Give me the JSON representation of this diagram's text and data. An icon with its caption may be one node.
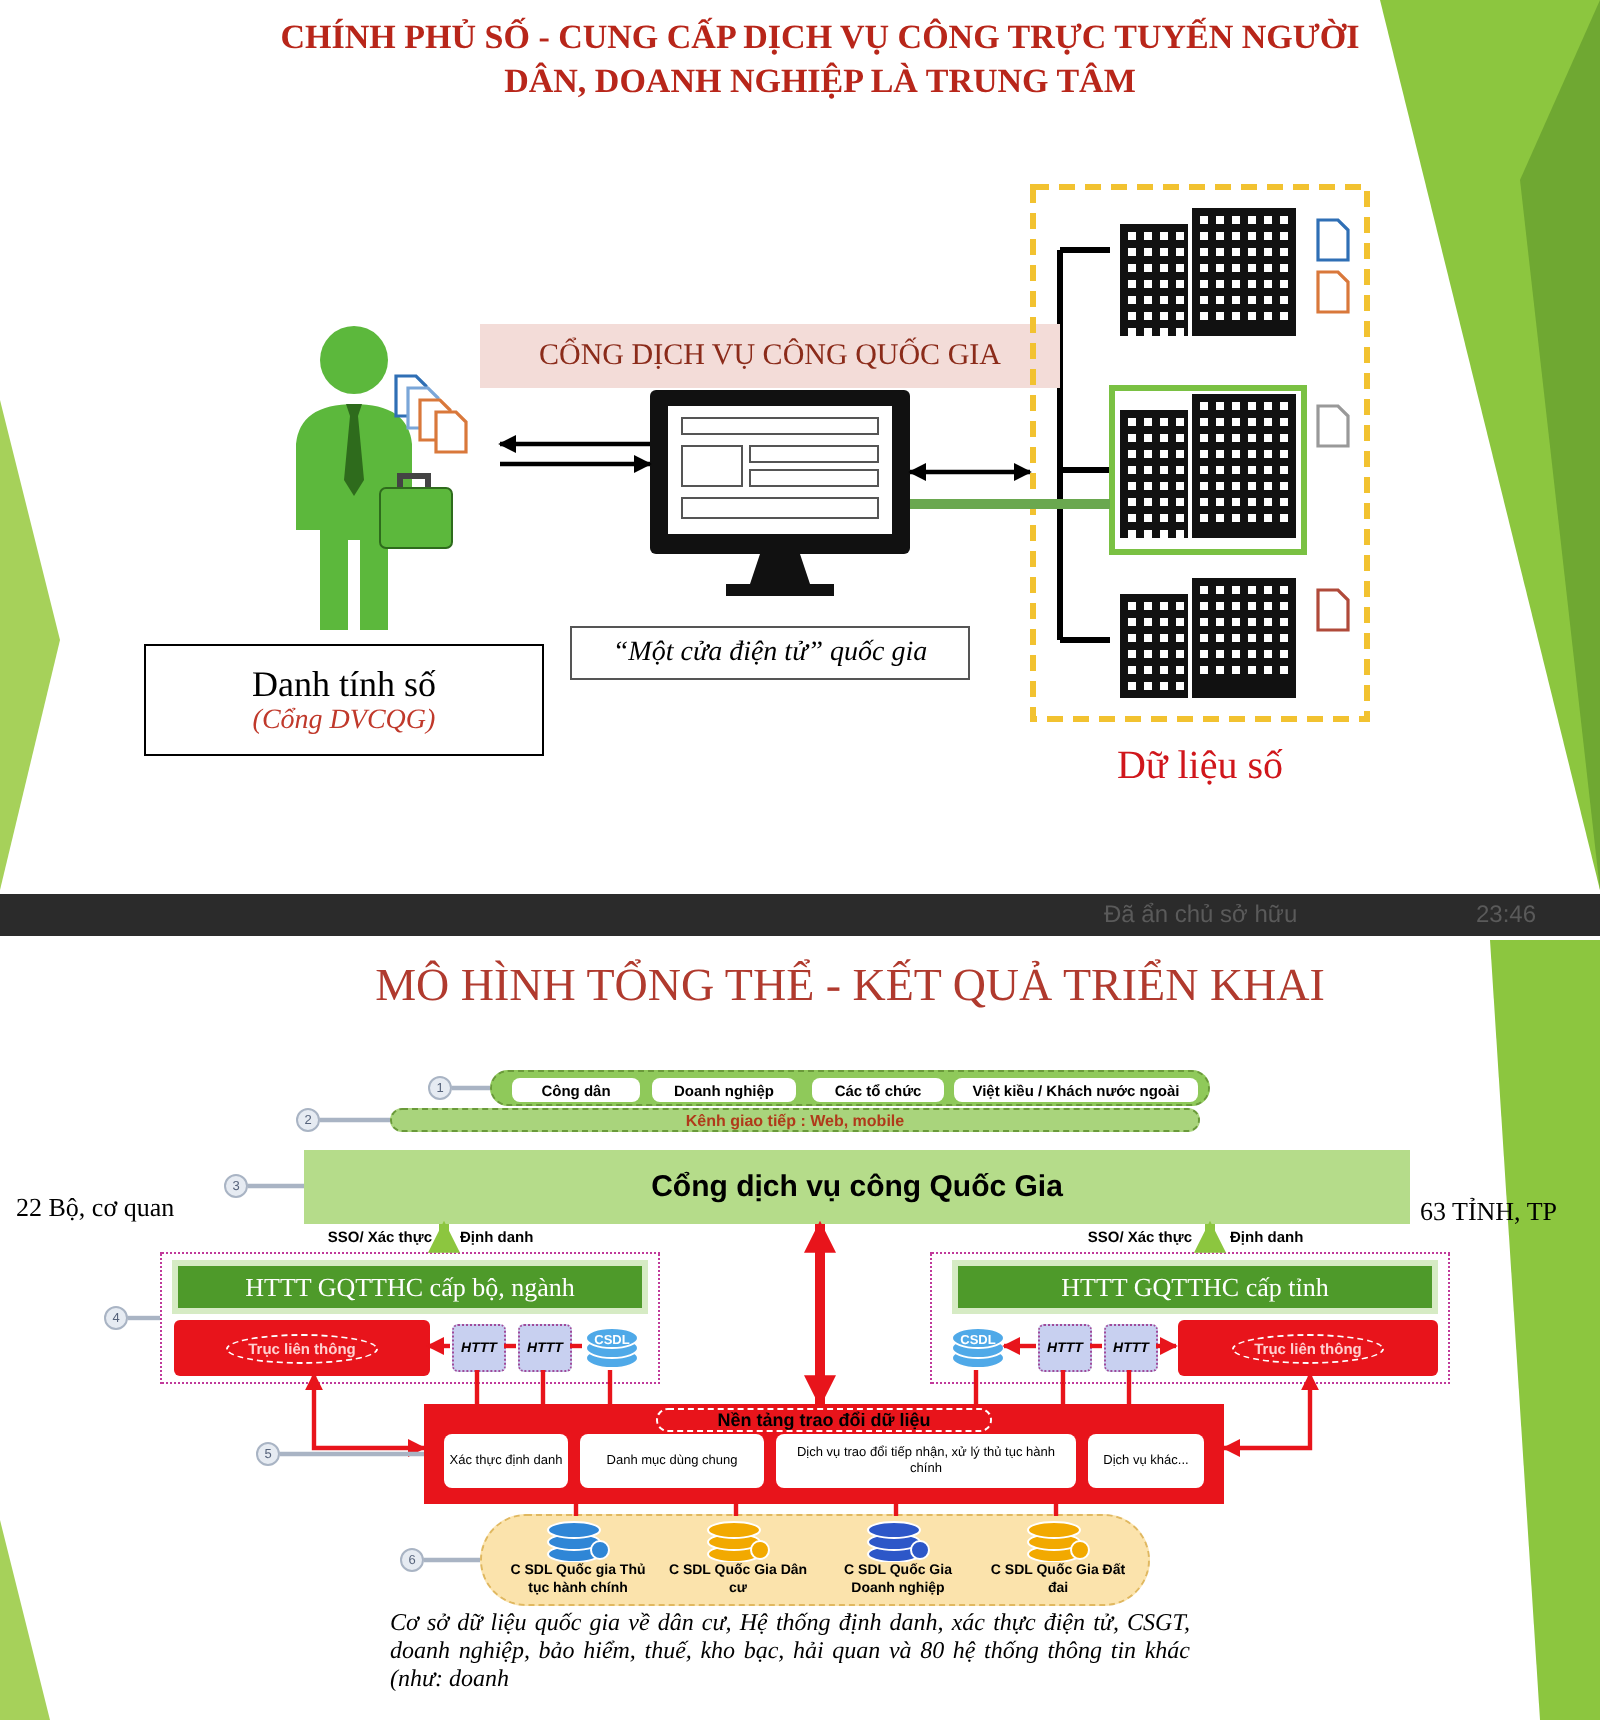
{
  "diagram": {
    "title": "CHÍNH PHỦ SỐ - CUNG CẤP DỊCH VỤ CÔNG TRỰC TUYẾN NGƯỜI DÂN, DOANH NGHIỆP LÀ TRUNG TÂM",
    "caption": "Cơ sở dữ liệu quốc gia về dân cư, Hệ thống định danh, xác thực điện tử, CSGT, doanh nghiệp, bảo hiểm, thuế, kho bạc, hải quan và 80 hệ thống thông tin khác (như: doanh",
    "nodes": [
      {
        "text": [],
        "shape": "picture"
      },
      {
        "text": [
          "Danh tính số",
          "(Cổng DVCQG)"
        ]
      },
      {
        "text": [],
        "shape": "picture"
      },
      {
        "text": [
          "“Một cửa điện tử” quốc gia"
        ]
      },
      {
        "text": [
          "Dữ liệu số"
        ]
      },
      {
        "text": [],
        "shape": "picture",
        "in": 4
      },
      {
        "text": [],
        "shape": "picture",
        "in": 4
      },
      {
        "text": [],
        "shape": "picture",
        "in": 4
      },
      {
        "text": [],
        "shape": "box"
      },
      {
        "text": [
          "Công dân"
        ],
        "in": 8
      },
      {
        "text": [
          "Doanh nghiệp"
        ],
        "in": 8
      },
      {
        "text": [
          "Các tổ chức"
        ],
        "in": 8
      },
      {
        "text": [
          "Việt kiều / Khách nước ngoài"
        ],
        "in": 8
      },
      {
        "text": [
          "Kênh giao tiếp : Web, mobile"
        ]
      },
      {
        "text": [
          "Cổng dịch vụ công Quốc Gia"
        ]
      },
      {
        "text": [],
        "shape": "box"
      },
      {
        "text": [
          "HTTT GQTTHC cấp bộ, ngành"
        ],
        "in": 15
      },
      {
        "text": [
          "Trục liên thông"
        ],
        "in": 15
      },
      {
        "text": [
          "HTTT"
        ],
        "in": 15
      },
      {
        "text": [
          "HTTT"
        ],
        "in": 15
      },
      {
        "text": [
          "CSDL"
        ],
        "in": 15
      },
      {
        "text": [],
        "shape": "box"
      },
      {
        "text": [
          "HTTT GQTTHC cấp tỉnh"
        ],
        "in": 21
      },
      {
        "text": [
          "CSDL"
        ],
        "in": 21
      },
      {
        "text": [
          "HTTT"
        ],
        "in": 21
      },
      {
        "text": [
          "HTTT"
        ],
        "in": 21
      },
      {
        "text": [
          "Trục liên thông"
        ],
        "in": 21
      },
      {
        "text": [
          "Nền tảng trao đổi dữ liệu"
        ]
      },
      {
        "text": [
          "Xác thực định danh"
        ],
        "in": 27
      },
      {
        "text": [
          "Danh mục dùng chung"
        ],
        "in": 27
      },
      {
        "text": [
          "Dịch vụ trao đổi tiếp nhận, xử lý thủ tục hành chính"
        ],
        "in": 27
      },
      {
        "text": [
          "Dịch vụ khác..."
        ],
        "in": 27
      },
      {
        "text": [],
        "shape": "box"
      },
      {
        "text": [
          "C SDL Quốc gia Thủ tục hành chính"
        ],
        "in": 32
      },
      {
        "text": [
          "C SDL Quốc Gia Dân cư"
        ],
        "in": 32
      },
      {
        "text": [
          "C SDL Quốc Gia Doanh nghiệp"
        ],
        "in": 32
      },
      {
        "text": [
          "C SDL Quốc Gia Đất đai"
        ],
        "in": 32
      },
      {
        "text": [
          "1"
        ]
      },
      {
        "text": [
          "2"
        ]
      },
      {
        "text": [
          "3"
        ]
      },
      {
        "text": [
          "4"
        ]
      },
      {
        "text": [
          "5"
        ]
      },
      {
        "text": [
          "6"
        ]
      }
    ],
    "edges": [
      {
        "from": 2,
        "to": 0,
        "arrow": "to",
        "color": "#000000"
      },
      {
        "from": 0,
        "to": 2,
        "arrow": "to",
        "color": "#000000"
      },
      {
        "from": 2,
        "to": 4,
        "arrow": "both",
        "color": "#000000"
      },
      {
        "from": 2,
        "to": 6,
        "arrow": "none",
        "color": "#6aa84f",
        "style": "thick"
      },
      {
        "from": 15,
        "to": 14,
        "arrow": "to",
        "color": "#8cc63f",
        "style": "thick"
      },
      {
        "from": 21,
        "to": 14,
        "arrow": "to",
        "color": "#8cc63f",
        "style": "thick"
      },
      {
        "from": 14,
        "to": 27,
        "arrow": "both",
        "style": "thick"
      },
      {
        "from": 17,
        "to": 27,
        "arrow": "both"
      },
      {
        "from": 26,
        "to": 27,
        "arrow": "both"
      },
      {
        "from": 27,
        "to": 18,
        "arrow": "none"
      },
      {
        "from": 27,
        "to": 19,
        "arrow": "none"
      },
      {
        "from": 27,
        "to": 20,
        "arrow": "none"
      },
      {
        "from": 27,
        "to": 23,
        "arrow": "none"
      },
      {
        "from": 27,
        "to": 24,
        "arrow": "none"
      },
      {
        "from": 27,
        "to": 25,
        "arrow": "none"
      },
      {
        "from": 18,
        "to": 17,
        "arrow": "to"
      },
      {
        "from": 18,
        "to": 19,
        "arrow": "none"
      },
      {
        "from": 19,
        "to": 20,
        "arrow": "none"
      },
      {
        "from": 24,
        "to": 23,
        "arrow": "to"
      },
      {
        "from": 24,
        "to": 25,
        "arrow": "none"
      },
      {
        "from": 25,
        "to": 26,
        "arrow": "to"
      },
      {
        "from": 27,
        "to": 33,
        "arrow": "none"
      },
      {
        "from": 27,
        "to": 34,
        "arrow": "none"
      },
      {
        "from": 27,
        "to": 35,
        "arrow": "none"
      },
      {
        "from": 27,
        "to": 36,
        "arrow": "none"
      },
      {
        "from": 37,
        "to": 8,
        "arrow": "none",
        "color": "#a9b4c4"
      },
      {
        "from": 38,
        "to": 13,
        "arrow": "none",
        "color": "#a9b4c4"
      },
      {
        "from": 39,
        "to": 14,
        "arrow": "none",
        "color": "#a9b4c4"
      },
      {
        "from": 40,
        "to": 15,
        "arrow": "none",
        "color": "#a9b4c4"
      },
      {
        "from": 41,
        "to": 27,
        "arrow": "none",
        "color": "#a9b4c4"
      },
      {
        "from": 42,
        "to": 32,
        "arrow": "none",
        "color": "#a9b4c4"
      }
    ],
    "labels": [
      "CỔNG DỊCH VỤ CÔNG QUỐC GIA",
      "Đã ẩn chủ sở hữu",
      "23:46",
      "MÔ HÌNH TỔNG THỂ - KẾT QUẢ TRIỂN KHAI",
      "22 Bộ, cơ quan",
      "63 TỈNH, TP",
      "SSO/ Xác thực",
      "Định danh",
      "SSO/ Xác thực",
      "Định danh"
    ]
  }
}
